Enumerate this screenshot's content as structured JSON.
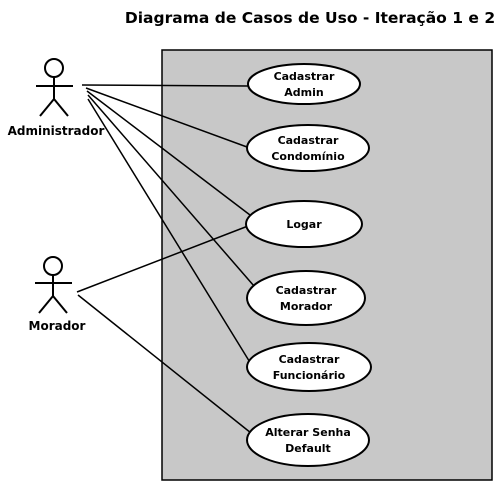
{
  "title": "Diagrama de Casos de Uso - Iteração 1 e 2",
  "actors": [
    {
      "id": "admin",
      "label": "Administrador"
    },
    {
      "id": "morador",
      "label": "Morador"
    }
  ],
  "use_cases": [
    {
      "id": "uc1",
      "lines": [
        "Cadastrar",
        "Admin"
      ]
    },
    {
      "id": "uc2",
      "lines": [
        "Cadastrar",
        "Condomínio"
      ]
    },
    {
      "id": "uc3",
      "lines": [
        "Logar"
      ]
    },
    {
      "id": "uc4",
      "lines": [
        "Cadastrar",
        "Morador"
      ]
    },
    {
      "id": "uc5",
      "lines": [
        "Cadastrar",
        "Funcionário"
      ]
    },
    {
      "id": "uc6",
      "lines": [
        "Alterar Senha",
        "Default"
      ]
    }
  ],
  "associations": [
    {
      "actor": "admin",
      "use_case": "uc1"
    },
    {
      "actor": "admin",
      "use_case": "uc2"
    },
    {
      "actor": "admin",
      "use_case": "uc3"
    },
    {
      "actor": "admin",
      "use_case": "uc4"
    },
    {
      "actor": "admin",
      "use_case": "uc5"
    },
    {
      "actor": "morador",
      "use_case": "uc3"
    },
    {
      "actor": "morador",
      "use_case": "uc6"
    }
  ],
  "colors": {
    "system_boundary_fill": "#c8c8c8",
    "use_case_fill": "#ffffff",
    "stroke": "#000000"
  }
}
